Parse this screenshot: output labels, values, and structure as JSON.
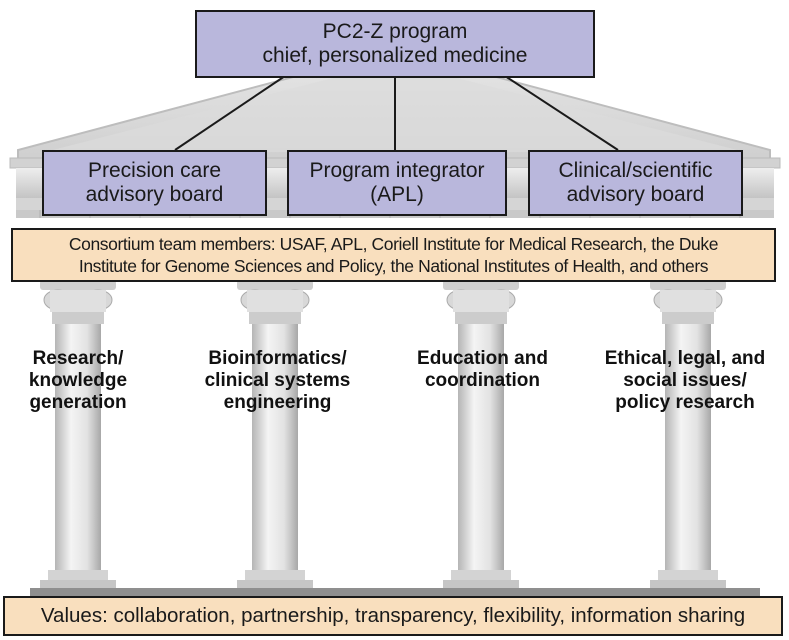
{
  "chief": {
    "line1": "PC2-Z program",
    "line2": "chief, personalized medicine"
  },
  "boards": [
    {
      "line1": "Precision care",
      "line2": "advisory board"
    },
    {
      "line1": "Program integrator",
      "line2": "(APL)"
    },
    {
      "line1": "Clinical/scientific",
      "line2": "advisory board"
    }
  ],
  "consortium": {
    "line1": "Consortium team members: USAF, APL, Coriell Institute for Medical Research, the Duke",
    "line2": "Institute for Genome Sciences and Policy, the National Institutes of Health, and others"
  },
  "pillars": [
    {
      "lines": [
        "Research/",
        "knowledge",
        "generation"
      ]
    },
    {
      "lines": [
        "Bioinformatics/",
        "clinical systems",
        "engineering"
      ]
    },
    {
      "lines": [
        "Education and",
        "coordination"
      ]
    },
    {
      "lines": [
        "Ethical, legal, and",
        "social issues/",
        "policy research"
      ]
    }
  ],
  "values": {
    "text": "Values: collaboration, partnership, transparency, flexibility, information sharing"
  },
  "colors": {
    "purple_box": "#b9b7dc",
    "beige_box": "#f9dfbe",
    "stone": "#d9d9d9",
    "outline": "#1a1a1a"
  }
}
